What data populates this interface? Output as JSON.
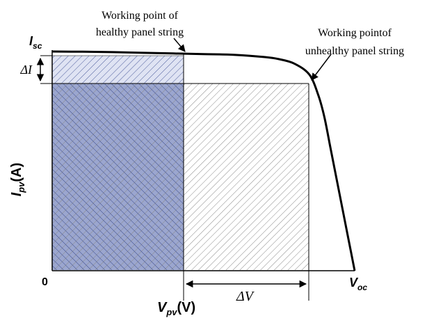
{
  "chart_data": {
    "type": "line",
    "title": "",
    "xlabel": "V",
    "xlabel_sub": "pv",
    "xlabel_unit": "(V)",
    "ylabel": "I",
    "ylabel_sub": "pv",
    "ylabel_unit": "(A)",
    "origin_label": "0",
    "isc_label": "I",
    "isc_sub": "sc",
    "voc_label": "V",
    "voc_sub": "oc",
    "delta_i_label": "ΔI",
    "delta_v_label": "ΔV",
    "annotations": [
      {
        "line1": "Working point of",
        "line2": "healthy panel string"
      },
      {
        "line1": "Working pointof",
        "line2": "unhealthy panel string"
      }
    ],
    "xlim": [
      0,
      1
    ],
    "ylim": [
      0,
      1
    ],
    "curve": {
      "x": [
        0,
        0.1,
        0.2,
        0.3,
        0.4,
        0.5,
        0.6,
        0.7,
        0.75,
        0.8,
        0.85,
        0.88,
        0.9,
        0.92,
        0.94,
        0.96,
        0.98,
        1.0
      ],
      "y": [
        1.0,
        0.999,
        0.997,
        0.994,
        0.991,
        0.988,
        0.985,
        0.975,
        0.965,
        0.945,
        0.895,
        0.8,
        0.7,
        0.56,
        0.42,
        0.28,
        0.14,
        0.0
      ]
    },
    "healthy_point": {
      "x": 0.44,
      "y": 0.992
    },
    "unhealthy_point": {
      "x": 0.85,
      "y": 0.895
    }
  }
}
